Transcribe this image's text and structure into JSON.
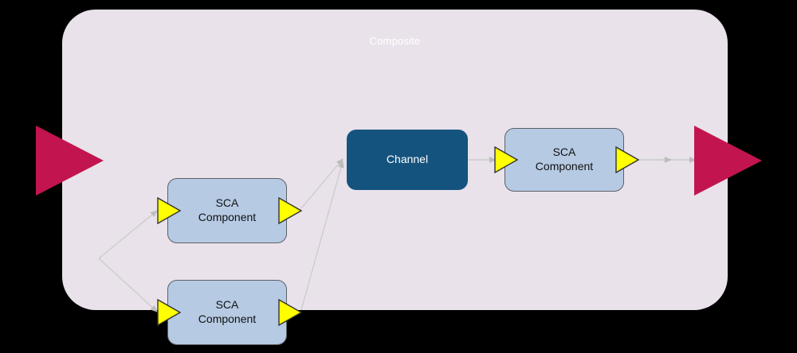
{
  "diagram": {
    "title": "Composite",
    "background_color": "#000000",
    "composite": {
      "label": "Composite",
      "fill": "#e9e2ea",
      "label_color": "#ffffff"
    },
    "colors": {
      "sca_fill": "#b6cae4",
      "sca_border": "#5d6066",
      "channel_fill": "#15537f",
      "channel_text": "#ffffff",
      "port_fill": "#ffff00",
      "port_border": "#333333",
      "wire": "#b3b3b3",
      "boundary_arrow": "#c2154f"
    },
    "nodes": [
      {
        "id": "sca-top",
        "label": "SCA\nComponent",
        "line1": "SCA",
        "line2": "Component",
        "type": "sca-component"
      },
      {
        "id": "sca-bottom",
        "label": "SCA\nComponent",
        "line1": "SCA",
        "line2": "Component",
        "type": "sca-component"
      },
      {
        "id": "channel",
        "label": "Channel",
        "line1": "Channel",
        "line2": "",
        "type": "channel"
      },
      {
        "id": "sca-right",
        "label": "SCA\nComponent",
        "line1": "SCA",
        "line2": "Component",
        "type": "sca-component"
      }
    ],
    "ports": [
      {
        "id": "sca-top-in",
        "node": "sca-top",
        "side": "left",
        "icon": "port-triangle-icon"
      },
      {
        "id": "sca-top-out",
        "node": "sca-top",
        "side": "right",
        "icon": "port-triangle-icon"
      },
      {
        "id": "sca-bottom-in",
        "node": "sca-bottom",
        "side": "left",
        "icon": "port-triangle-icon"
      },
      {
        "id": "sca-bottom-out",
        "node": "sca-bottom",
        "side": "right",
        "icon": "port-triangle-icon"
      },
      {
        "id": "sca-right-in",
        "node": "sca-right",
        "side": "left",
        "icon": "port-triangle-icon"
      },
      {
        "id": "sca-right-out",
        "node": "sca-right",
        "side": "right",
        "icon": "port-triangle-icon"
      }
    ],
    "boundary_arrows": [
      {
        "id": "inbound-arrow",
        "position": "left",
        "icon": "inbound-arrow-icon"
      },
      {
        "id": "outbound-arrow",
        "position": "right",
        "icon": "outbound-arrow-icon"
      }
    ],
    "connections": [
      {
        "from": "entry-point",
        "to": "sca-top-in"
      },
      {
        "from": "entry-point",
        "to": "sca-bottom-in"
      },
      {
        "from": "sca-top-out",
        "to": "channel"
      },
      {
        "from": "sca-bottom-out",
        "to": "channel"
      },
      {
        "from": "channel",
        "to": "sca-right-in"
      },
      {
        "from": "sca-right-out",
        "to": "outbound-arrow"
      }
    ]
  }
}
